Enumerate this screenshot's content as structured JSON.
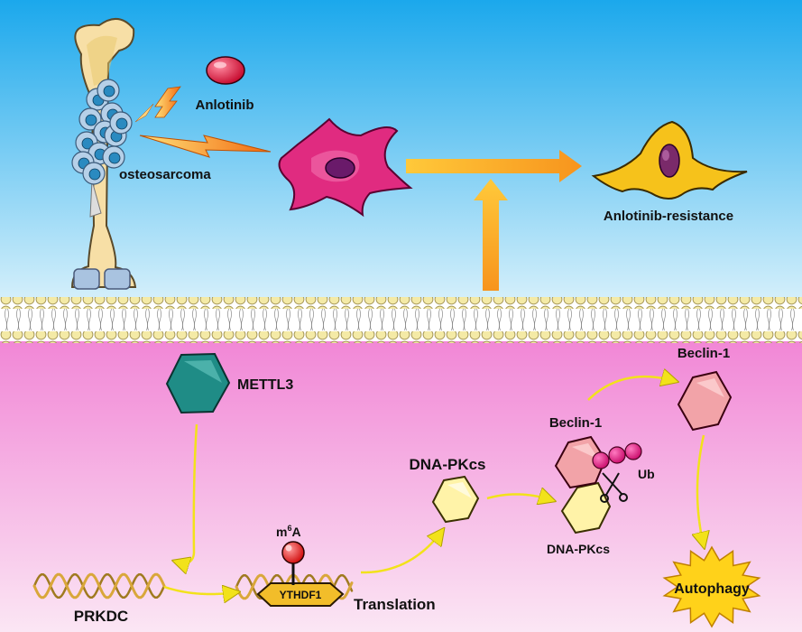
{
  "labels": {
    "anlotinib": "Anlotinib",
    "osteosarcoma": "osteosarcoma",
    "anlotinib_resistance": "Anlotinib-resistance",
    "mettl3": "METTL3",
    "prkdc": "PRKDC",
    "m6a_base": "m",
    "m6a_sup": "6",
    "m6a_letter": "A",
    "ythdf1": "YTHDF1",
    "translation": "Translation",
    "dnapkcs_top": "DNA-PKcs",
    "dnapkcs_bottom": "DNA-PKcs",
    "beclin1_complex": "Beclin-1",
    "beclin1_free": "Beclin-1",
    "ub": "Ub",
    "autophagy": "Autophagy"
  },
  "colors": {
    "sky_top": "#1ba8ec",
    "sky_bottom": "#d6f0fb",
    "cyto_top": "#f07ad2",
    "cyto_bottom": "#fbe6f4",
    "arrow_orange": "#f7a21b",
    "arrow_yellow": "#f2e21a",
    "mettl3": "#1f8c86",
    "dnapkcs": "#fff3a8",
    "beclin": "#f2a3a8",
    "ub": "#e0157c",
    "autophagy": "#ffd21a"
  },
  "icons": [
    "bone-icon",
    "pill-icon",
    "lightning-icon",
    "cell-icon",
    "resistant-cell-icon",
    "membrane-icon",
    "mrna-icon",
    "scissors-icon",
    "starburst-icon"
  ]
}
